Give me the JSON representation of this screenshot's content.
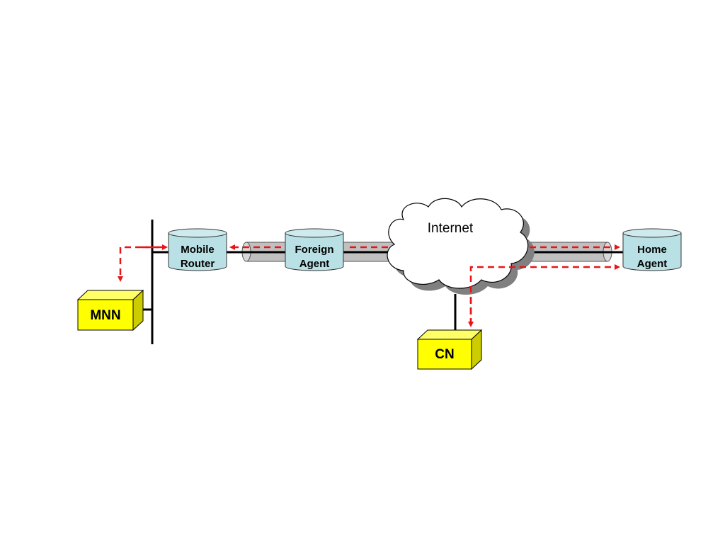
{
  "nodes": {
    "mobile_router": {
      "line1": "Mobile",
      "line2": "Router"
    },
    "foreign_agent": {
      "line1": "Foreign",
      "line2": "Agent"
    },
    "home_agent": {
      "line1": "Home",
      "line2": "Agent"
    },
    "internet": {
      "label": "Internet"
    },
    "mnn": {
      "label": "MNN"
    },
    "cn": {
      "label": "CN"
    }
  },
  "colors": {
    "cylinder_fill": "#b9e0e4",
    "box_fill": "#ffff00",
    "flow_arrow": "#e8141a",
    "tunnel_fill": "#c0c0c0",
    "link": "#000000"
  }
}
